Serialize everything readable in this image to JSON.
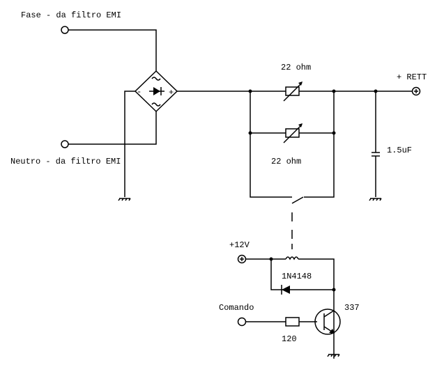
{
  "diagram": {
    "title": "",
    "labels": {
      "fase": "Fase - da filtro EMI",
      "neutro": "Neutro - da filtro EMI",
      "r1": "22 ohm",
      "r2": "22 ohm",
      "rett": "+ RETT",
      "cap": "1.5uF",
      "vcc": "+12V",
      "diode": "1N4148",
      "comando": "Comando",
      "rb": "120",
      "transistor": "337"
    },
    "bridge": {
      "minus": "-",
      "plus": "+",
      "ac": "~"
    }
  }
}
